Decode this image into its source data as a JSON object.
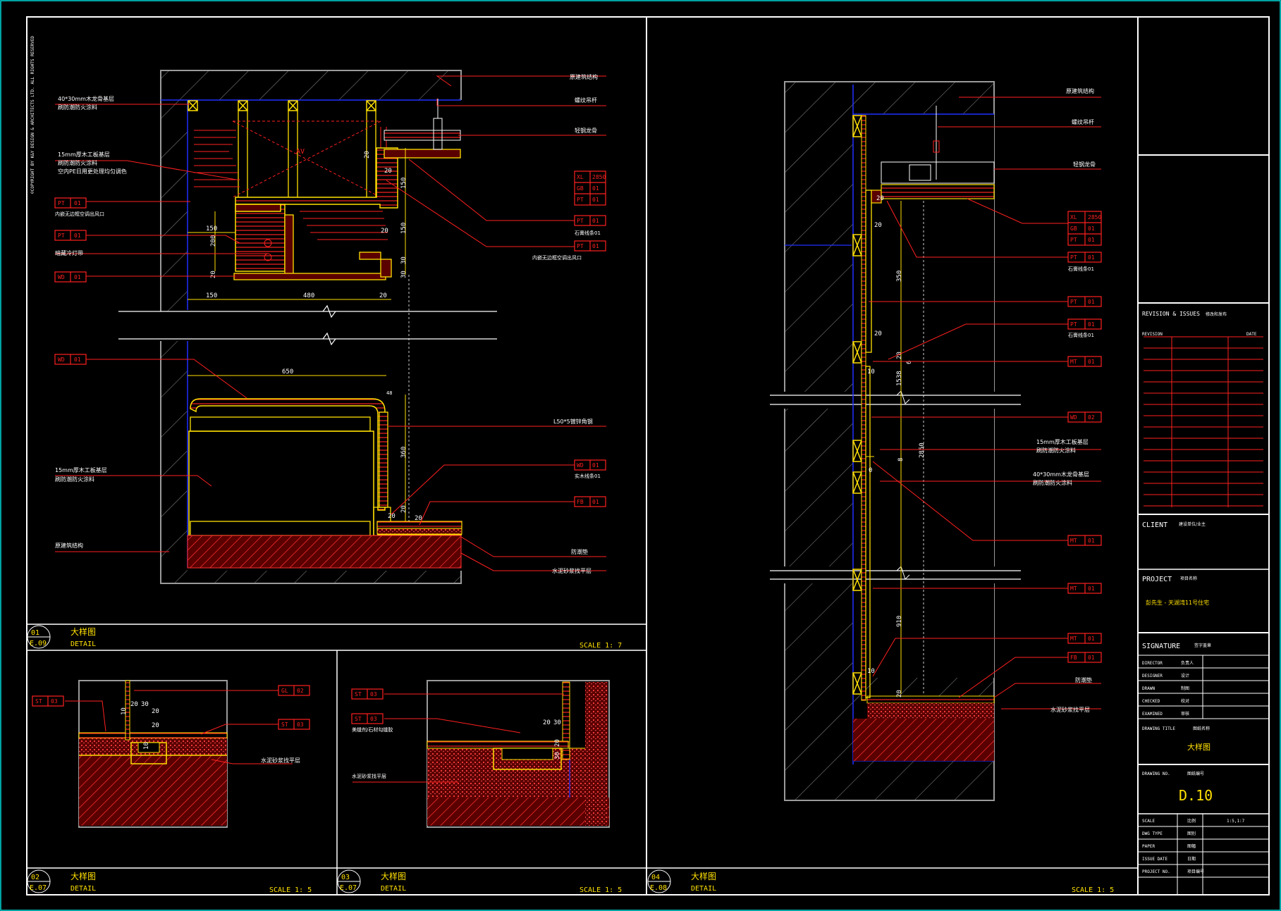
{
  "details": {
    "d01": {
      "number": "01",
      "ref": "E.09",
      "title": "大样图",
      "subtitle": "DETAIL",
      "scale": "SCALE  1:   7"
    },
    "d02": {
      "number": "02",
      "ref": "E.07",
      "title": "大样图",
      "subtitle": "DETAIL",
      "scale": "SCALE  1:   5"
    },
    "d03": {
      "number": "03",
      "ref": "E.07",
      "title": "大样图",
      "subtitle": "DETAIL",
      "scale": "SCALE  1:   5"
    },
    "d04": {
      "number": "04",
      "ref": "E.08",
      "title": "大样图",
      "subtitle": "DETAIL",
      "scale": "SCALE  1:   5"
    }
  },
  "d1": {
    "notes": {
      "stud": "40*30mm木龙骨基层",
      "stud_sub": "刷防潮防火涂料",
      "ply": "15mm厚木工板基层",
      "ply_sub1": "刷防潮防火涂料",
      "ply_sub2": "空内PE日用更处理均匀调色",
      "curtain": "内嵌无边框空调出风口",
      "hidden": "暗藏冷灯带",
      "ply2": "15mm厚木工板基层",
      "ply2_sub": "刷防潮防火涂料",
      "orig": "原建筑结构",
      "r_struct": "原建筑结构",
      "r_hanger": "螺纹吊杆",
      "r_keel": "轻钢龙骨",
      "r_vent": "内嵌无边框空调出风口",
      "r_line": "石膏线条01",
      "r_angle": "L50*5镀锌角钢",
      "r_wood": "实木线条01",
      "r_damp": "防潮垫",
      "r_mortar": "水泥砂浆找平层"
    },
    "tags": {
      "t1": "PT",
      "t1v": "01",
      "t2": "PT",
      "t2v": "01",
      "t3": "WD",
      "t3v": "01",
      "t4": "WD",
      "t4v": "01",
      "r1a": "XL",
      "r1av": "2850",
      "r1b": "GB",
      "r1bv": "01",
      "r1c": "PT",
      "r1cv": "01",
      "r2": "PT",
      "r2v": "01",
      "r3": "PT",
      "r3v": "01",
      "r4": "WD",
      "r4v": "01",
      "r5": "FB",
      "r5v": "01"
    },
    "dims": {
      "a": "150",
      "b": "200",
      "c": "20",
      "d": "150",
      "e": "480",
      "f": "20",
      "g": "150",
      "h": "150",
      "i": "20",
      "j": "30",
      "k": "20",
      "l": "20",
      "m": "650",
      "n": "48",
      "o": "360",
      "p": "20",
      "q": "20",
      "r": "30",
      "s": "20",
      "av": "AV"
    }
  },
  "d2": {
    "tags": {
      "a": "ST",
      "av": "03",
      "b": "GL",
      "bv": "02",
      "c": "ST",
      "cv": "03"
    },
    "note": "水泥砂浆找平层",
    "dims": {
      "a": "10",
      "b": "20",
      "c": "30",
      "d": "20",
      "e": "20",
      "f": "10"
    }
  },
  "d3": {
    "tags": {
      "a": "ST",
      "av": "03",
      "b": "ST",
      "bv": "03"
    },
    "notes": {
      "a": "美缝剂/石材勾缝胶",
      "b": "水泥砂浆找平层"
    },
    "dims": {
      "a": "20",
      "b": "30",
      "c": "20",
      "d": "30"
    }
  },
  "d4": {
    "notes": {
      "struct": "原建筑结构",
      "hanger": "螺纹吊杆",
      "keel": "轻钢龙骨",
      "line1": "石膏线条01",
      "line2": "石膏线条01",
      "ply": "15mm厚木工板基层",
      "ply_sub": "刷防潮防火涂料",
      "stud": "40*30mm木龙骨基层",
      "stud_sub": "刷防潮防火涂料",
      "damp": "防潮垫",
      "mortar": "水泥砂浆找平层"
    },
    "tags": {
      "a": "XL",
      "av": "2850",
      "b": "GB",
      "bv": "01",
      "c": "PT",
      "cv": "01",
      "d": "PT",
      "dv": "01",
      "e": "PT",
      "ev": "01",
      "f": "PT",
      "fv": "01",
      "g": "MT",
      "gv": "01",
      "h": "WD",
      "hv": "02",
      "i": "MT",
      "iv": "01",
      "j": "MT",
      "jv": "01",
      "k": "MT",
      "kv": "01",
      "l": "FB",
      "lv": "01"
    },
    "dims": {
      "a": "20",
      "b": "20",
      "c": "350",
      "d": "20",
      "e": "20",
      "f": "1538",
      "g": "10",
      "h": "2850",
      "i": "8",
      "j": "910",
      "k": "10",
      "l": "20",
      "m": "6",
      "n": "0"
    }
  },
  "titleblock": {
    "revision_heading": "REVISION & ISSUES",
    "revision_heading_cn": "修改和发布",
    "revision_col": "REVISION",
    "date_col": "DATE",
    "client_label": "CLIENT",
    "client_value": "建设单位/业主",
    "project_label": "PROJECT",
    "project_cn": "项目名称",
    "project_value": "彭先生 - 天湖湾11号住宅",
    "signature_label": "SIGNATURE",
    "signature_cn": "签字盖章",
    "rows": [
      {
        "en": "DIRECTOR",
        "cn": "负责人"
      },
      {
        "en": "DESIGNER",
        "cn": "设计"
      },
      {
        "en": "DRAWN",
        "cn": "制图"
      },
      {
        "en": "CHECKED",
        "cn": "校对"
      },
      {
        "en": "EXAMINED",
        "cn": "审核"
      }
    ],
    "drawing_title_label": "DRAWING TITLE",
    "drawing_title_cn": "图纸名称",
    "drawing_title_value": "大样图",
    "drawing_no_label": "DRAWING NO.",
    "drawing_no_cn": "图纸编号",
    "drawing_no_value": "D.10",
    "scale_label": "SCALE",
    "scale_cn": "比例",
    "scale_value": "1:5,1:7",
    "dwg_label": "DWG TYPE",
    "dwg_cn": "图别",
    "paper_label": "PAPER",
    "paper_cn": "图幅",
    "issue_label": "ISSUE DATE",
    "issue_cn": "日期",
    "projno_label": "PROJECT NO.",
    "projno_cn": "项目编号",
    "copyright": "©COPYRIGHT BY K&Y DESIGN & ARCHITECTS LTD. ALL RIGHTS RESERVED"
  },
  "colors": {
    "frame": "#ffffff",
    "lead": "#ff2020",
    "finish": "#ffe000",
    "struct": "#2030ff",
    "hatch": "#7a7a7a"
  }
}
